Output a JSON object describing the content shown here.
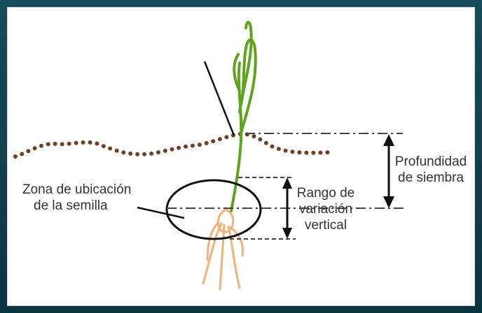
{
  "labels": {
    "seed_zone": [
      "Zona de ubicación",
      "de la semilla"
    ],
    "vertical_range": [
      "Rango de",
      "variación",
      "vertical"
    ],
    "sowing_depth": [
      "Profundidad",
      "de siembra"
    ]
  },
  "colors": {
    "soil": "#6b4226",
    "plant": "#5fa321",
    "roots": "#f0b27a",
    "lines": "#111111",
    "frame": "#0f3a48"
  }
}
